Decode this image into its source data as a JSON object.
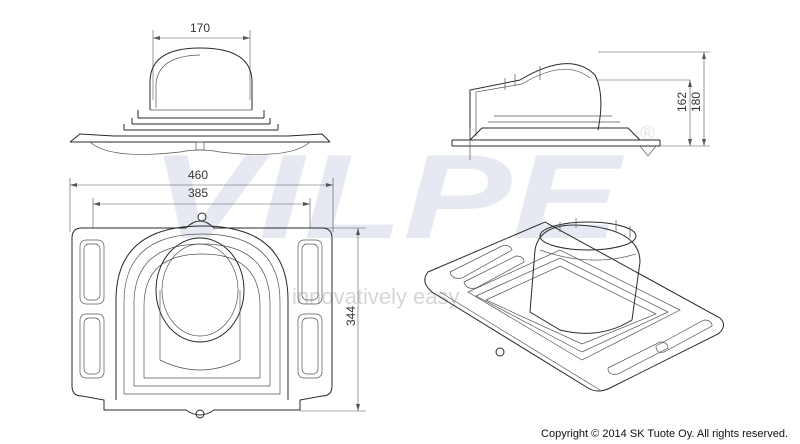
{
  "watermark": {
    "brand": "VILPE",
    "registered_mark": "®",
    "slogan": "innovatively easy",
    "brand_color": "#e6e9f2",
    "slogan_color": "#dcdcdc"
  },
  "dimensions": {
    "top_width": "170",
    "side_height_inner": "162",
    "side_height_outer": "180",
    "plan_outer_width": "460",
    "plan_inner_width": "385",
    "plan_depth": "344"
  },
  "footer": {
    "copyright": "Copyright © 2014 SK Tuote Oy. All rights reserved."
  }
}
